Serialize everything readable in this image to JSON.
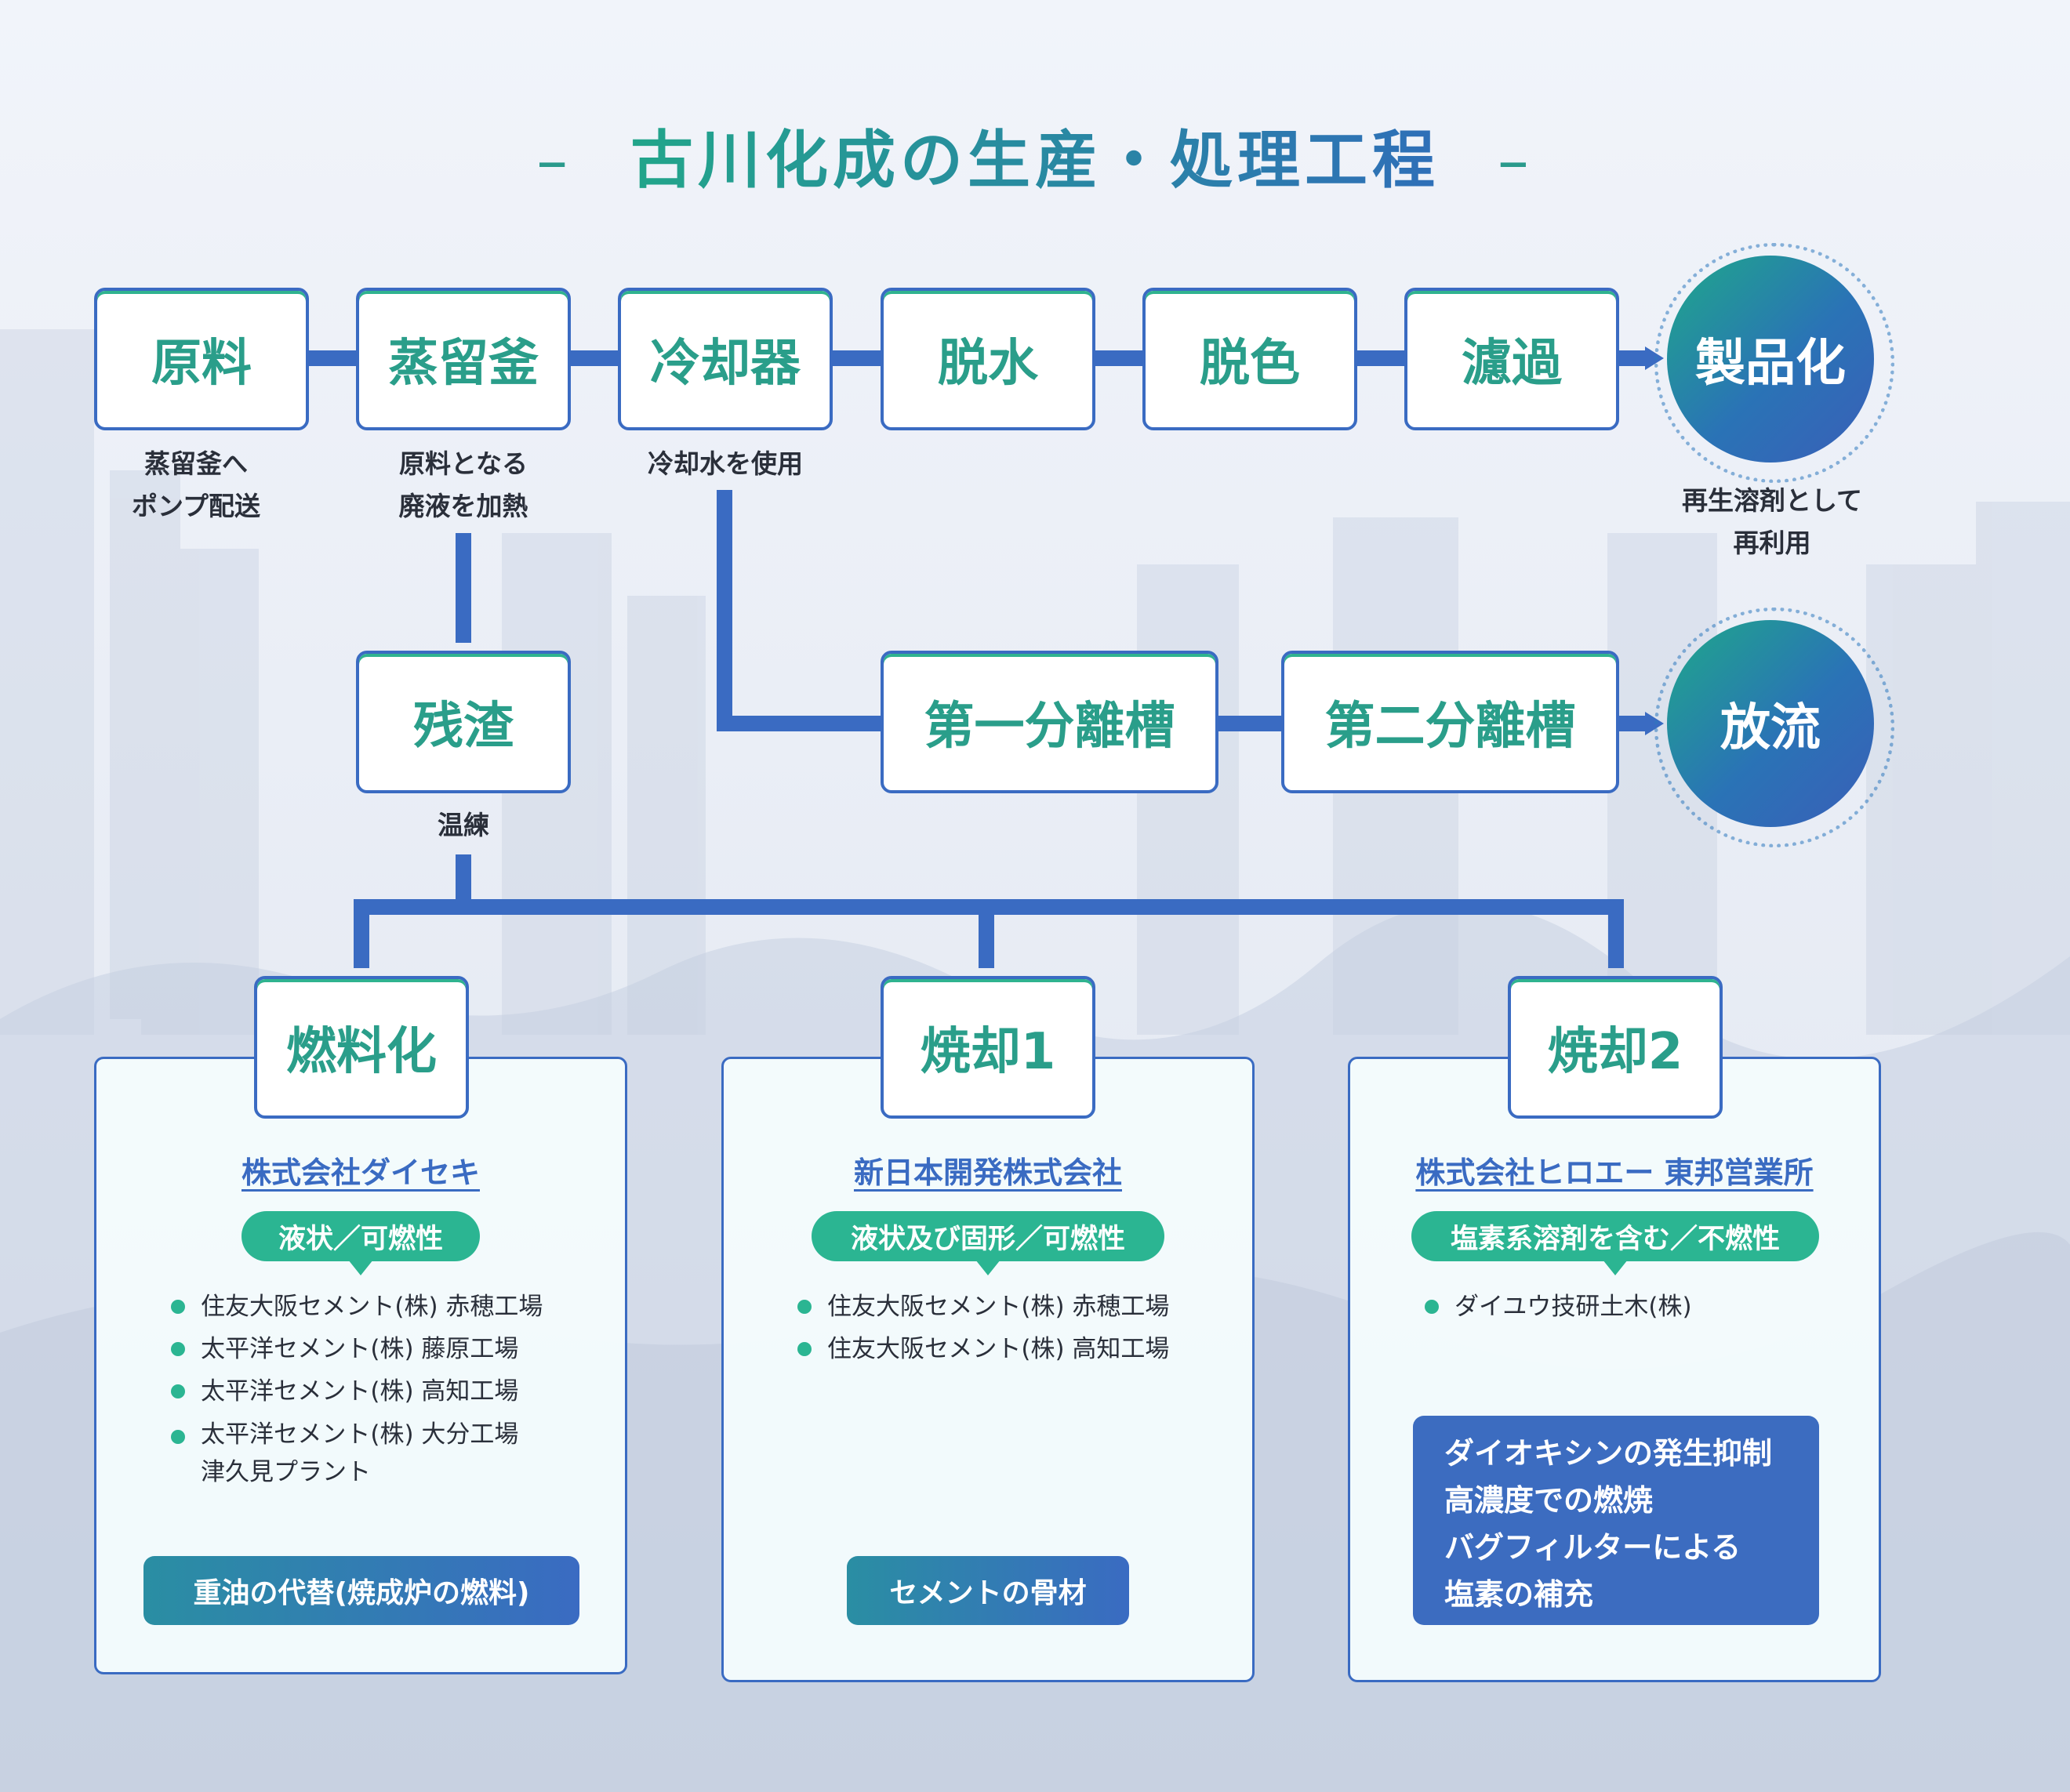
{
  "title": "古川化成の生産・処理工程",
  "title_dash_left": "–",
  "title_dash_right": "–",
  "process": {
    "raw": "原料",
    "still": "蒸留釜",
    "cooler": "冷却器",
    "dehydration": "脱水",
    "decolor": "脱色",
    "filtration": "濾過",
    "product": "製品化",
    "residue": "残渣",
    "sep1": "第一分離槽",
    "sep2": "第二分離槽",
    "discharge": "放流"
  },
  "notes": {
    "raw": [
      "蒸留釜へ",
      "ポンプ配送"
    ],
    "still": [
      "原料となる",
      "廃液を加熱"
    ],
    "cooler": [
      "冷却水を使用"
    ],
    "product": [
      "再生溶剤として",
      "再利用"
    ],
    "residue": [
      "温練"
    ]
  },
  "destinations": [
    {
      "label": "燃料化",
      "company": "株式会社ダイセキ",
      "pill": "液状／可燃性",
      "items": [
        "住友大阪セメント(株) 赤穂工場",
        "太平洋セメント(株) 藤原工場",
        "太平洋セメント(株) 高知工場",
        "太平洋セメント(株) 大分工場\n津久見プラント"
      ],
      "bottom": "重油の代替(焼成炉の燃料)"
    },
    {
      "label": "焼却1",
      "company": "新日本開発株式会社",
      "pill": "液状及び固形／可燃性",
      "items": [
        "住友大阪セメント(株) 赤穂工場",
        "住友大阪セメント(株) 高知工場"
      ],
      "bottom": "セメントの骨材"
    },
    {
      "label": "焼却2",
      "company": "株式会社ヒロエー 東邦営業所",
      "pill": "塩素系溶剤を含む／不燃性",
      "items": [
        "ダイユウ技研土木(株)"
      ],
      "features": [
        "ダイオキシンの発生抑制",
        "高濃度での燃焼",
        "バグフィルターによる",
        "塩素の補充"
      ]
    }
  ],
  "colors": {
    "line": "#3a6bc2",
    "green": "#2bb592",
    "box_text": "#2a9e8a"
  }
}
